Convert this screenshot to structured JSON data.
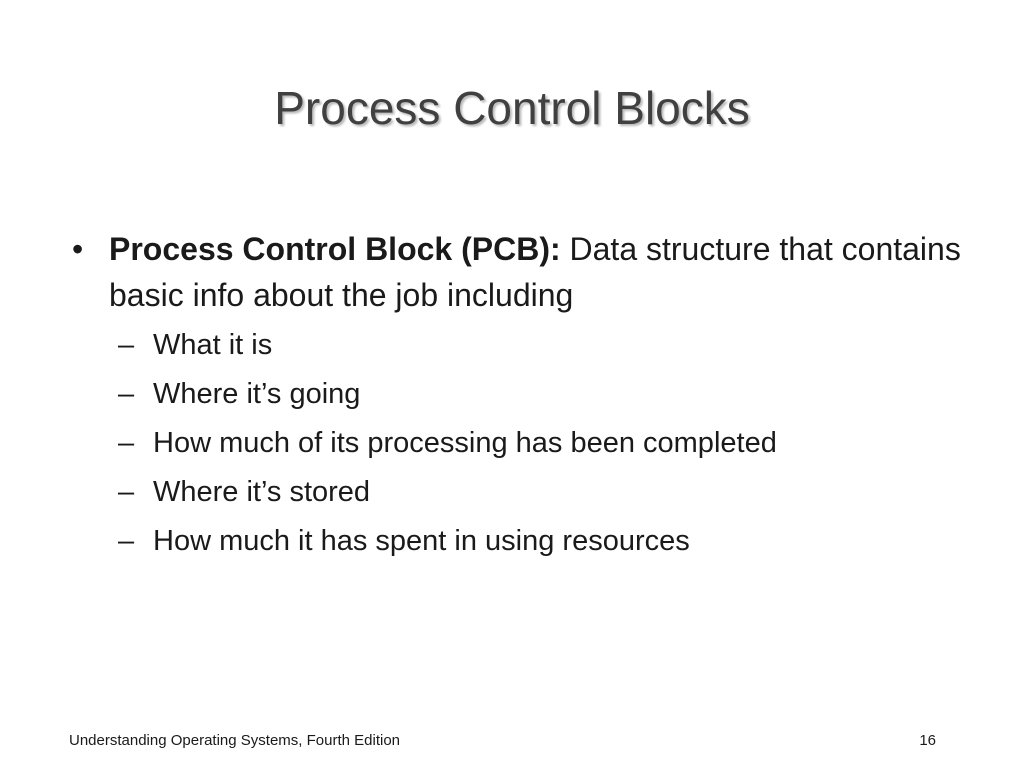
{
  "slide": {
    "title": "Process Control Blocks",
    "bullet": {
      "marker": "•",
      "term": "Process Control Block (PCB):",
      "text": "Data structure that contains basic info about the job including"
    },
    "sub_marker": "–",
    "sub_items": [
      "What it is",
      "Where it’s going",
      "How much of its processing has been completed",
      "Where it’s stored",
      "How much it has spent in using resources"
    ]
  },
  "footer": {
    "book": "Understanding Operating Systems, Fourth Edition",
    "page_number": "16"
  },
  "colors": {
    "title": "#404040",
    "text": "#1a1a1a",
    "background": "#ffffff"
  }
}
